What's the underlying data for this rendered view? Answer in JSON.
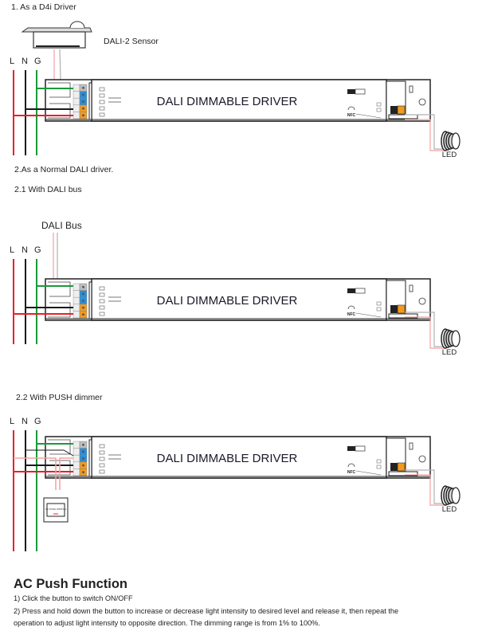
{
  "colors": {
    "live": "#e8202a",
    "neutral": "#1a1a1a",
    "ground": "#1a9a3a",
    "signal": "#f4a0a0",
    "dim_gray": "#b0b0b0",
    "blue_terminal": "#2a8fd8",
    "orange_terminal": "#f39a1e",
    "gray_terminal": "#bdbdbd"
  },
  "section1": {
    "title": "1. As a D4i Driver",
    "sensor_label": "DALI-2 Sensor"
  },
  "section2": {
    "title": "2.As a Normal DALI driver.",
    "sub1_title": "2.1 With DALI bus",
    "bus_label": "DALI Bus",
    "sub2_title": "2.2 With PUSH dimmer"
  },
  "wires": {
    "L": "L",
    "N": "N",
    "G": "G"
  },
  "driver": {
    "label": "DALI DIMMABLE DRIVER",
    "nfc": "NFC"
  },
  "led_label": "LED",
  "switch_label": "AC PUSH SWITCH",
  "push": {
    "title": "AC Push Function",
    "line1": "1) Click the button to switch ON/OFF",
    "line2": "2) Press and hold down the button to increase or decrease light intensity to desired level and release it, then repeat the",
    "line3": "operation to adjust light intensity to opposite direction. The dimming range is from 1% to 100%."
  }
}
